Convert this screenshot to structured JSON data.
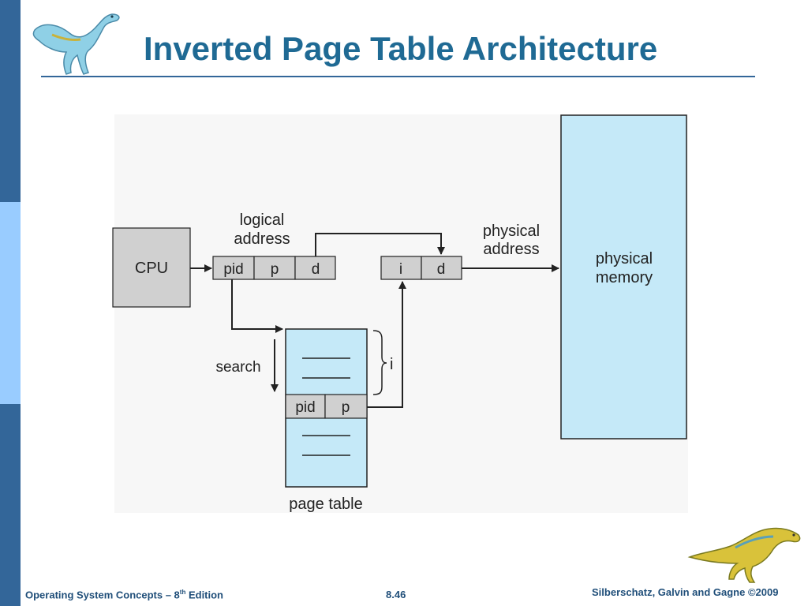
{
  "title": "Inverted Page Table Architecture",
  "diagram": {
    "cpu_label": "CPU",
    "logical_address_line1": "logical",
    "logical_address_line2": "address",
    "logical_fields": [
      "pid",
      "p",
      "d"
    ],
    "physical_fields": [
      "i",
      "d"
    ],
    "physical_address_line1": "physical",
    "physical_address_line2": "address",
    "physical_memory_line1": "physical",
    "physical_memory_line2": "memory",
    "search_label": "search",
    "index_label": "i",
    "entry_fields": [
      "pid",
      "p"
    ],
    "page_table_label": "page table"
  },
  "footer": {
    "book": "Operating System Concepts – 8",
    "book_sup": "th",
    "book_suffix": " Edition",
    "page": "8.46",
    "copyright": "Silberschatz, Galvin and Gagne ©2009"
  },
  "colors": {
    "title": "#1f6a94",
    "sidebar_dark": "#336699",
    "sidebar_light": "#99ccff",
    "memory_fill": "#c5e9f8",
    "cpu_fill": "#d0d0d0"
  }
}
